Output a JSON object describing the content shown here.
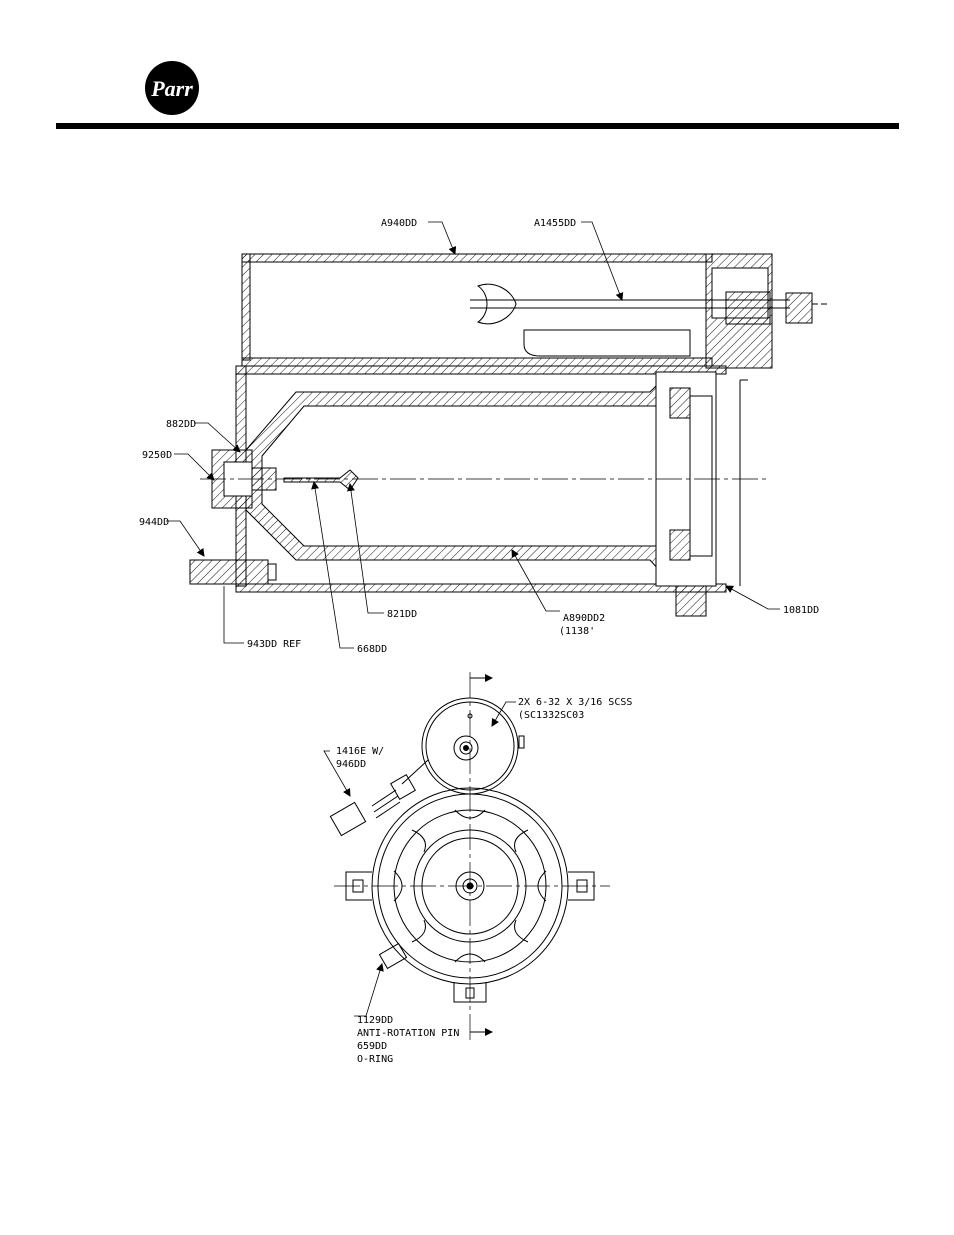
{
  "header": {
    "logo_text": "Parr"
  },
  "side_view": {
    "labels": {
      "a940dd": "A940DD",
      "a1455dd": "A1455DD",
      "882dd": "882DD",
      "9250d": "9250D",
      "944dd": "944DD",
      "943dd": "943DD REF",
      "821dd": "821DD",
      "668dd": "668DD",
      "a890dd2": "A890DD2",
      "a890dd2_sub": "(1138'",
      "1081dd": "1081DD"
    }
  },
  "end_view": {
    "labels": {
      "screws_1": "2X 6-32 X 3/16 SCSS",
      "screws_2": "(SC1332SC03",
      "connector_1": "1416E W/",
      "connector_2": "946DD",
      "pin_1": "1129DD",
      "pin_2": "ANTI-ROTATION PIN",
      "pin_3": "659DD",
      "pin_4": "O-RING"
    }
  }
}
